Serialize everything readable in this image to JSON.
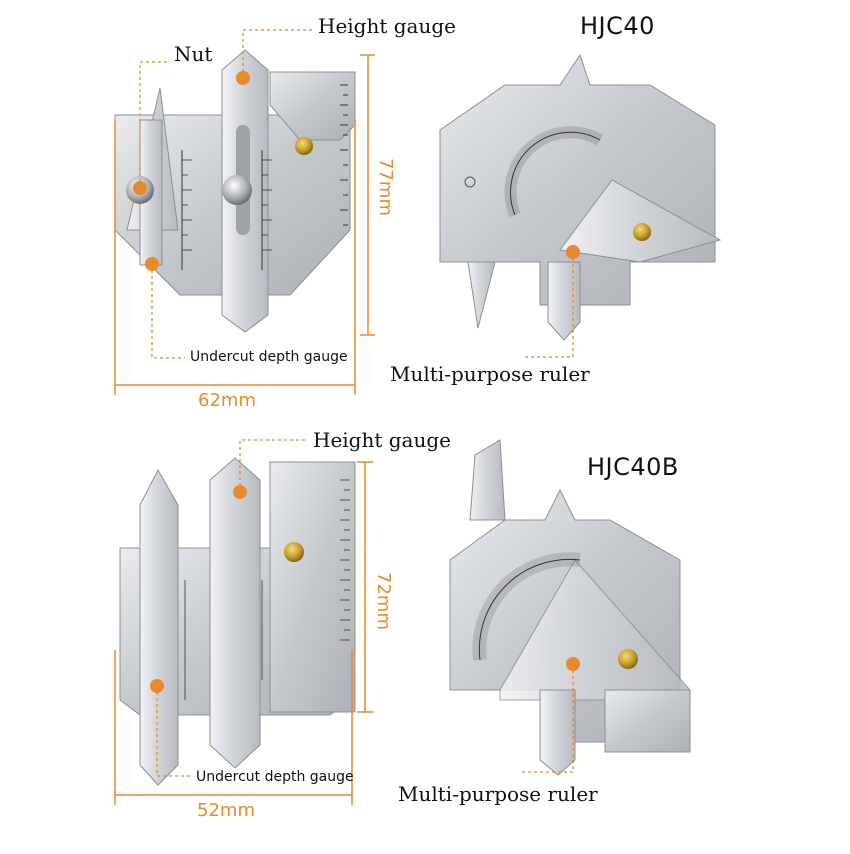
{
  "panels": [
    {
      "model": "HJC40",
      "labels": {
        "nut": "Nut",
        "height_gauge": "Height gauge",
        "undercut": "Undercut depth gauge",
        "multi": "Multi-purpose ruler"
      },
      "dims": {
        "width": "62mm",
        "height": "77mm"
      }
    },
    {
      "model": "HJC40B",
      "labels": {
        "height_gauge": "Height gauge",
        "undercut": "Undercut depth gauge",
        "multi": "Multi-purpose ruler"
      },
      "dims": {
        "width": "52mm",
        "height": "72mm"
      }
    }
  ],
  "colors": {
    "accent": "#e8892b",
    "steel": "#c9ccd0",
    "brass": "#c49a26"
  }
}
